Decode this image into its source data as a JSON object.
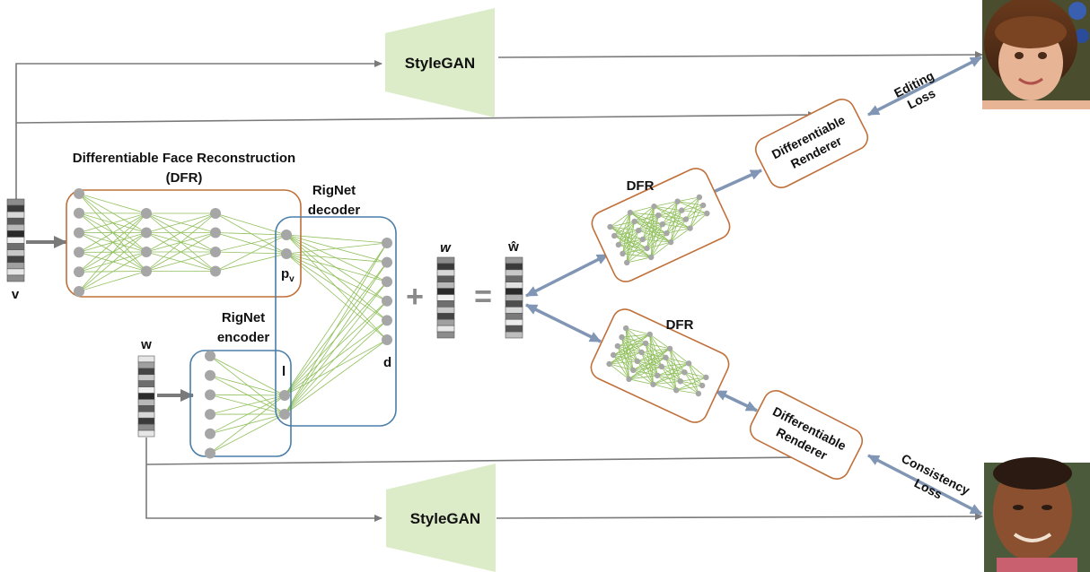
{
  "labels": {
    "stylegan_top": "StyleGAN",
    "stylegan_bottom": "StyleGAN",
    "dfr_title_line1": "Differentiable Face Reconstruction",
    "dfr_title_line2": "(DFR)",
    "rignet_decoder_line1": "RigNet",
    "rignet_decoder_line2": "decoder",
    "rignet_encoder_line1": "RigNet",
    "rignet_encoder_line2": "encoder",
    "node_pv": "p",
    "node_pv_sub": "v",
    "node_l": "l",
    "node_d": "d",
    "v_label": "v",
    "w_left_label": "w",
    "w_mid_label": "w",
    "w_hat_label": "ŵ",
    "plus": "+",
    "equals": "=",
    "dfr_top": "DFR",
    "dfr_bottom": "DFR",
    "renderer_top_line1": "Differentiable",
    "renderer_top_line2": "Renderer",
    "renderer_bottom_line1": "Differentiable",
    "renderer_bottom_line2": "Renderer",
    "editing_loss_line1": "Editing",
    "editing_loss_line2": "Loss",
    "consistency_loss_line1": "Consistency",
    "consistency_loss_line2": "Loss"
  },
  "images": {
    "top_face": "child-face-photo",
    "bottom_face": "man-face-photo"
  },
  "colors": {
    "stylegan_fill": "#dcecc8",
    "dfr_border": "#c0703a",
    "rignet_border": "#4a7ea8",
    "mesh_line": "#8fbf5a",
    "node_fill": "#a6a6a6",
    "arrow_blue": "#8096b4",
    "arrow_gray": "#7a7a7a"
  }
}
